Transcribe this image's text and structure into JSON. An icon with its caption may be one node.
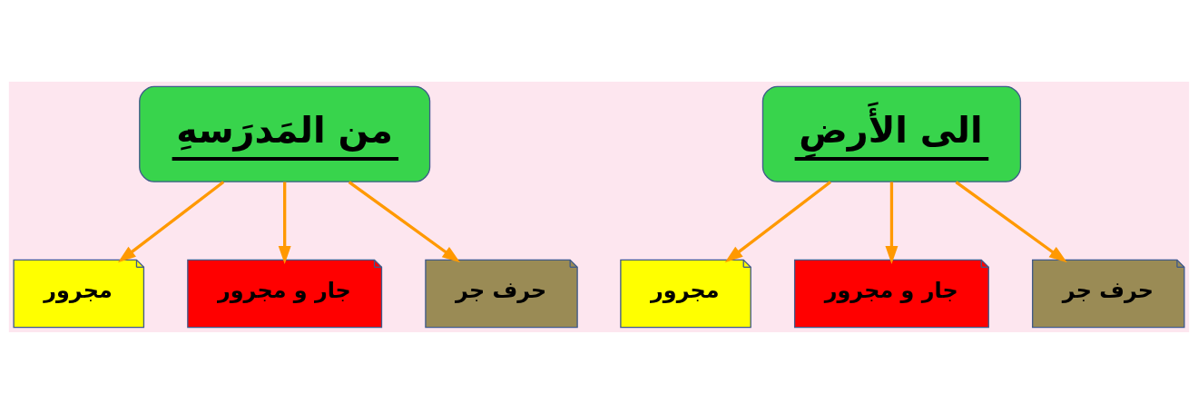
{
  "diagram": {
    "nodes": [
      {
        "text": [
          "من المَدرَسهِ"
        ]
      },
      {
        "text": [
          "مجرور"
        ]
      },
      {
        "text": [
          "جار و مجرور"
        ]
      },
      {
        "text": [
          "حرف جر"
        ]
      },
      {
        "text": [
          "الى الأَرضِ"
        ]
      },
      {
        "text": [
          "مجرور"
        ]
      },
      {
        "text": [
          "جار و مجرور"
        ]
      },
      {
        "text": [
          "حرف جر"
        ]
      }
    ],
    "edges": [
      {
        "from": 0,
        "to": 1,
        "arrow": "to"
      },
      {
        "from": 0,
        "to": 2,
        "arrow": "to"
      },
      {
        "from": 0,
        "to": 3,
        "arrow": "to"
      },
      {
        "from": 4,
        "to": 5,
        "arrow": "to"
      },
      {
        "from": 4,
        "to": 6,
        "arrow": "to"
      },
      {
        "from": 4,
        "to": 7,
        "arrow": "to"
      }
    ]
  }
}
